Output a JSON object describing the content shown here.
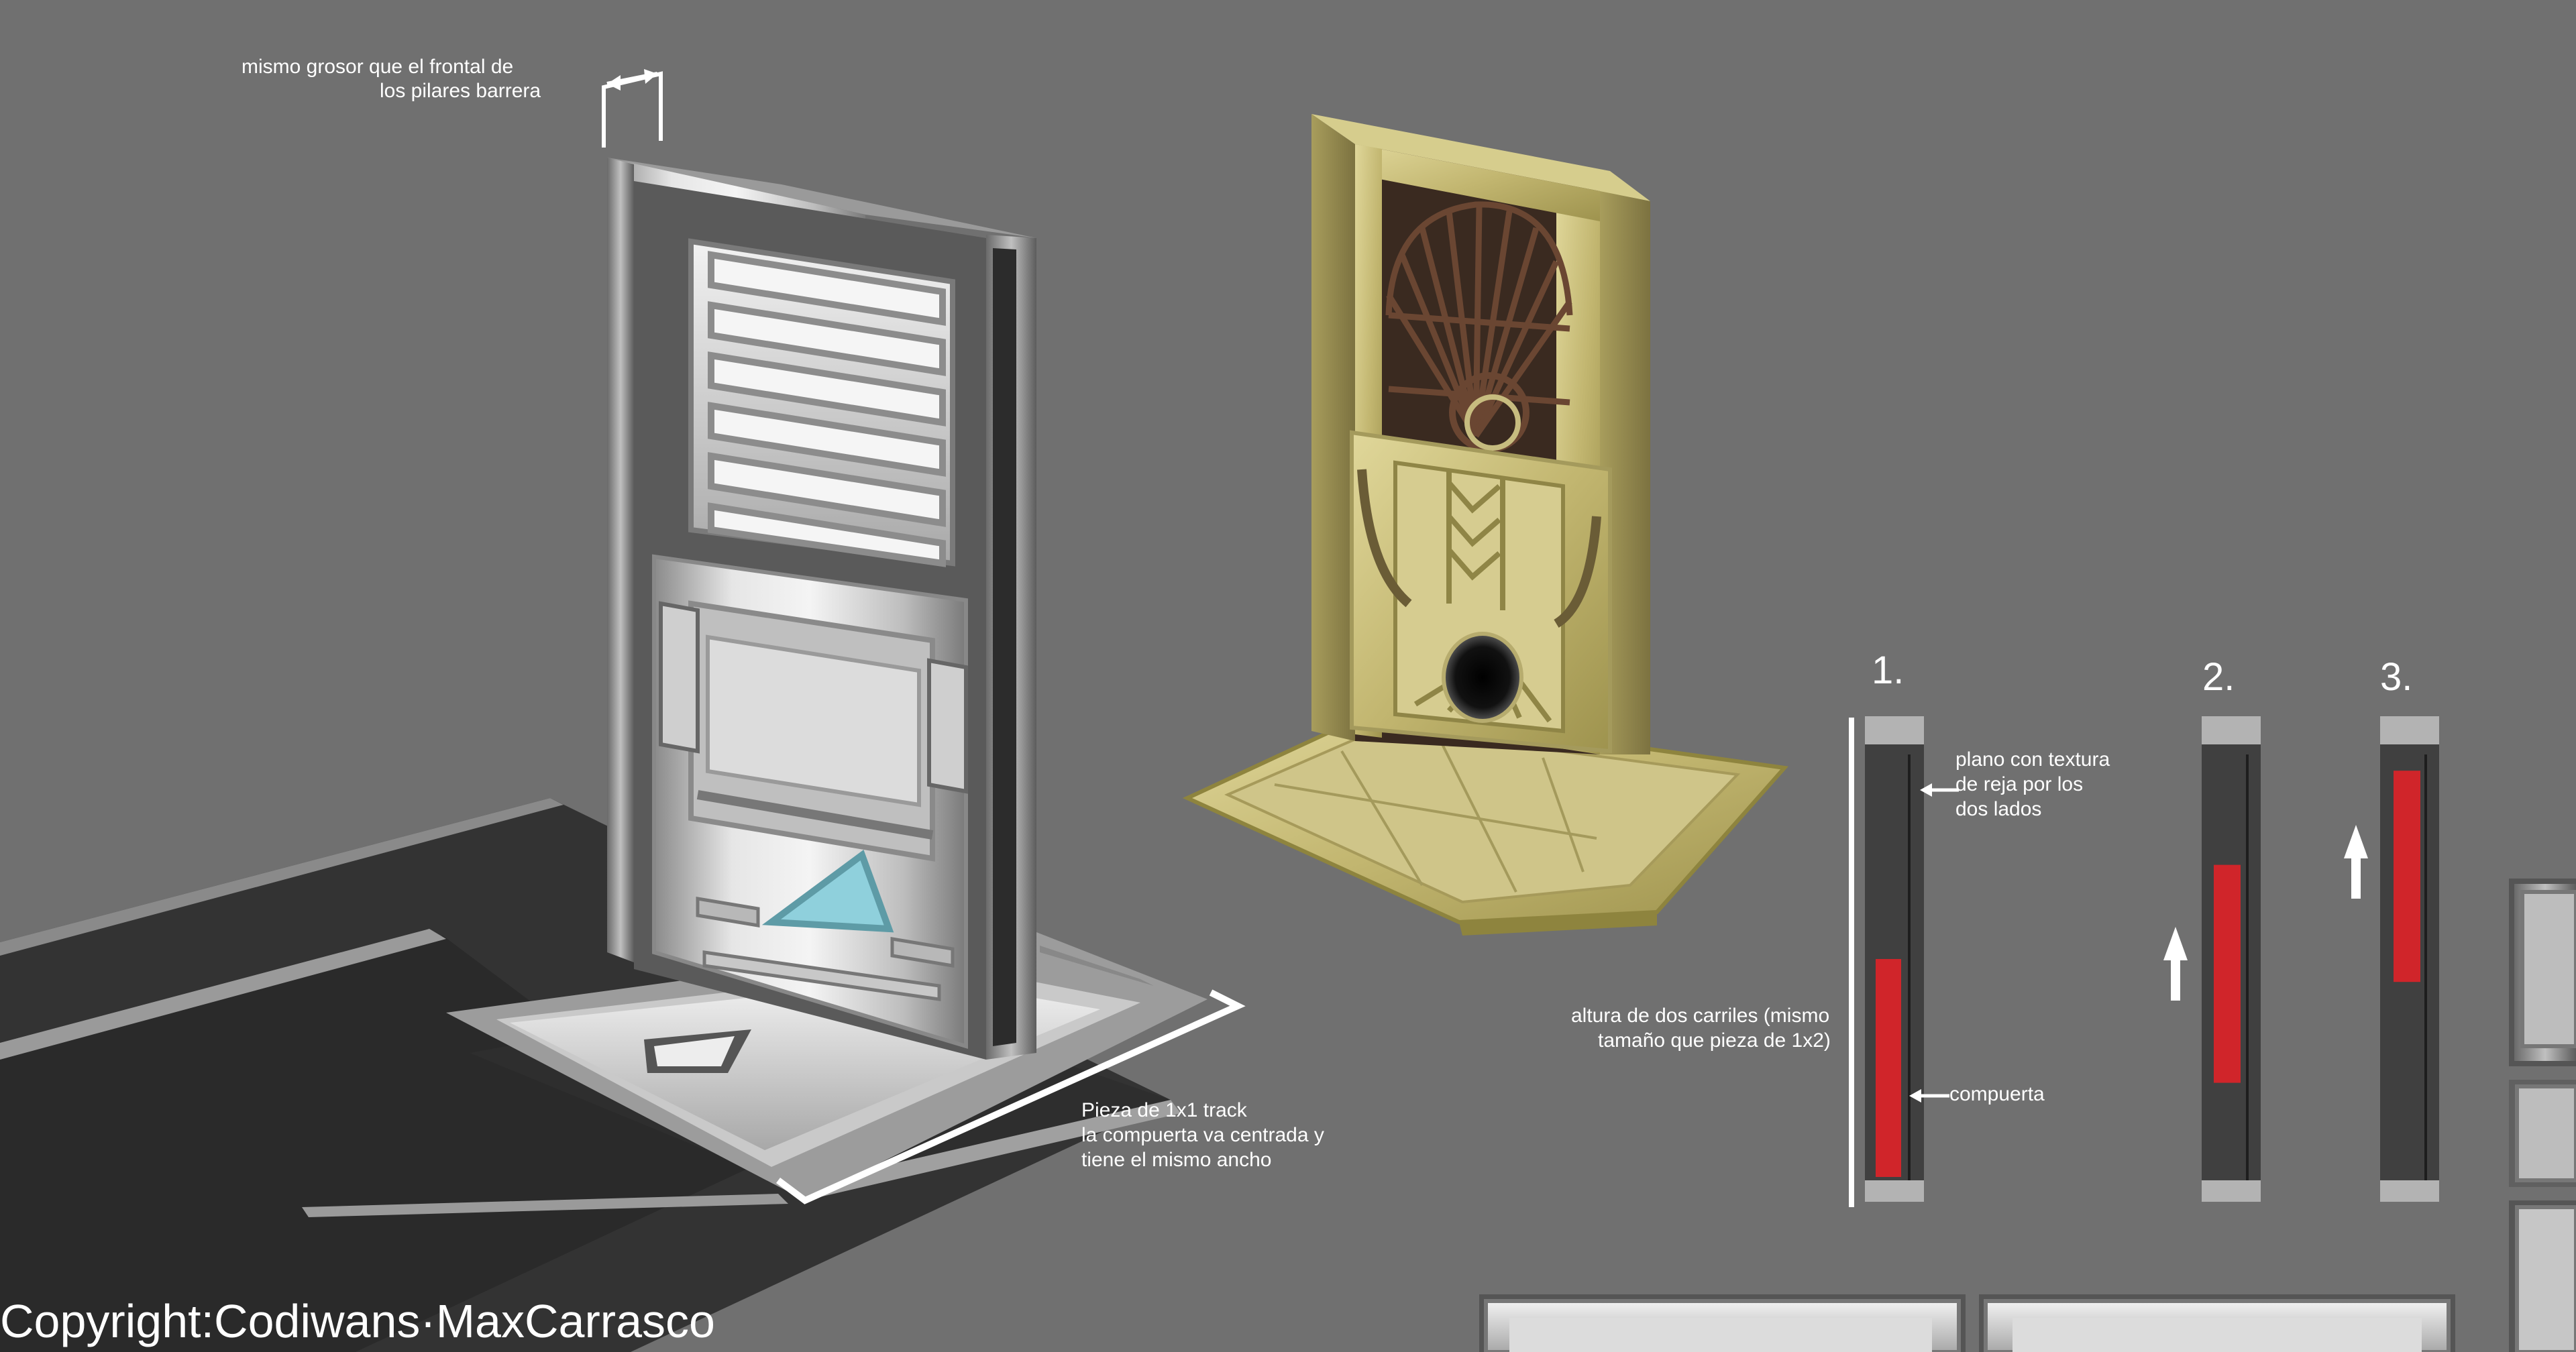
{
  "annotations": {
    "thickness_line1": "mismo grosor que el frontal de",
    "thickness_line2": "los pilares barrera",
    "track_line1": "Pieza de 1x1 track",
    "track_line2": "la compuerta va centrada y",
    "track_line3": "tiene el mismo ancho",
    "texture_line1": "plano con textura",
    "texture_line2": "de reja por los",
    "texture_line3": "dos lados",
    "height_line1": "altura de dos carriles (mismo",
    "height_line2": "tamaño que pieza de 1x2)",
    "gate_label": "compuerta"
  },
  "steps": [
    {
      "label": "1.",
      "gate_position": 0.0
    },
    {
      "label": "2.",
      "gate_position": 0.45
    },
    {
      "label": "3.",
      "gate_position": 0.9
    }
  ],
  "copyright": "Copyright:Codiwans·MaxCarrasco",
  "colors": {
    "background": "#707070",
    "floor": "#2f2f2f",
    "metal": "#c8c8c8",
    "rail": "#3f3f3f",
    "gate": "#d0252a",
    "stone": "#c9be7e",
    "rust": "#6a4632",
    "accent_cyan": "#8fd0dc",
    "hazard_yellow": "#e0c800"
  }
}
